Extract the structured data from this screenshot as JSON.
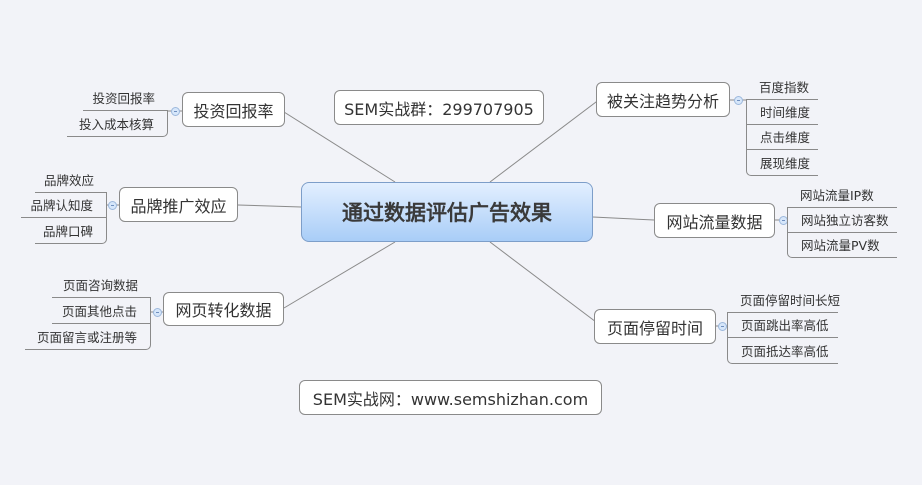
{
  "center": "通过数据评估广告效果",
  "labels": {
    "group": "SEM实战群：299707905",
    "site": "SEM实战网：www.semshizhan.com"
  },
  "branches": {
    "trend": {
      "title": "被关注趋势分析",
      "leaves": [
        "百度指数",
        "时间维度",
        "点击维度",
        "展现维度"
      ]
    },
    "traffic": {
      "title": "网站流量数据",
      "leaves": [
        "网站流量IP数",
        "网站独立访客数",
        "网站流量PV数"
      ]
    },
    "stay": {
      "title": "页面停留时间",
      "leaves": [
        "页面停留时间长短",
        "页面跳出率高低",
        "页面抵达率高低"
      ]
    },
    "roi": {
      "title": "投资回报率",
      "leaves": [
        "投资回报率",
        "投入成本核算"
      ]
    },
    "brand": {
      "title": "品牌推广效应",
      "leaves": [
        "品牌效应",
        "品牌认知度",
        "品牌口碑"
      ]
    },
    "conv": {
      "title": "网页转化数据",
      "leaves": [
        "页面咨询数据",
        "页面其他点击",
        "页面留言或注册等"
      ]
    }
  }
}
